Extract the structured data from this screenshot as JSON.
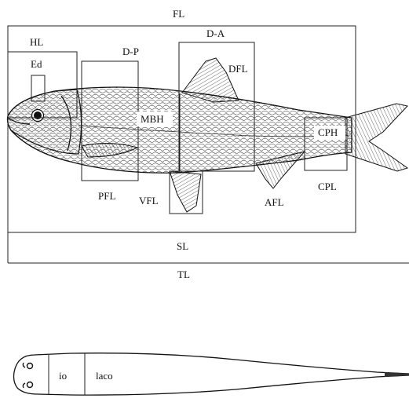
{
  "labels": {
    "fl": "FL",
    "hl": "HL",
    "ed": "Ed",
    "dp": "D-P",
    "da": "D-A",
    "dfl": "DFL",
    "mbh": "MBH",
    "cph": "CPH",
    "pfl": "PFL",
    "vfl": "VFL",
    "afl": "AFL",
    "cpl": "CPL",
    "sl": "SL",
    "tl": "TL",
    "io": "io",
    "laco": "laco"
  }
}
